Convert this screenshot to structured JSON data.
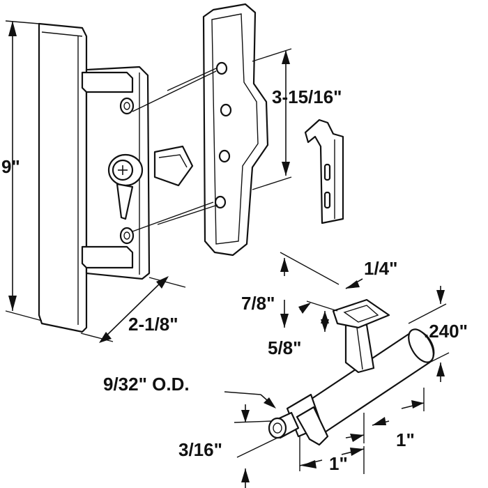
{
  "diagram": {
    "labels": {
      "height": "9\"",
      "hole_spacing": "3-15/16\"",
      "width": "2-1/8\"",
      "cam_width": "1/4\"",
      "cam_height": "7/8\"",
      "cam_offset": "5/8\"",
      "tube_diameter": ".240\"",
      "shaft_od": "9/32\" O.D.",
      "tip_length": "3/16\"",
      "length_a": "1\"",
      "length_b": "1\""
    }
  }
}
